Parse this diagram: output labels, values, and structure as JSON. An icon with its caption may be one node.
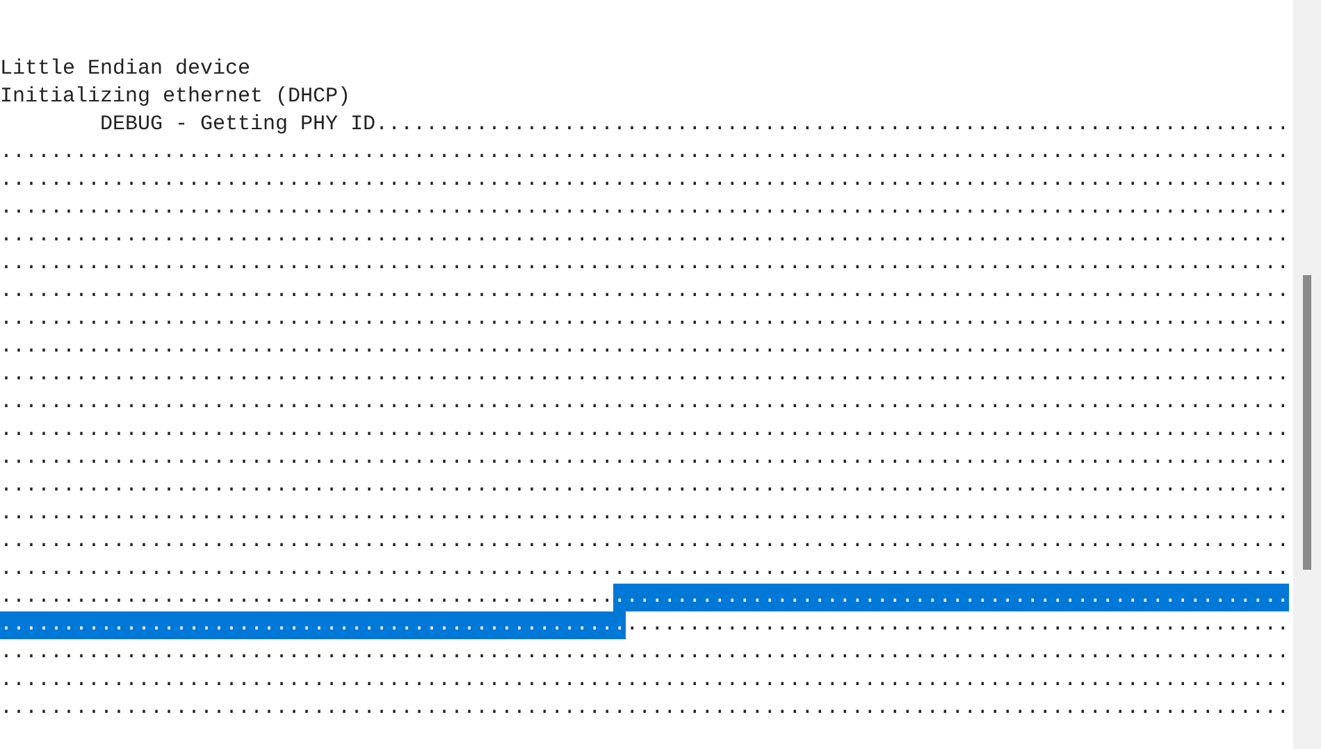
{
  "diagram": {
    "labels": [
      "Little Endian device",
      "Initializing ethernet (DHCP)",
      "DEBUG - Getting PHY ID.........................................................................",
      ".......................................................................................................",
      ".......................................................................................................",
      ".......................................................................................................",
      ".......................................................................................................",
      ".......................................................................................................",
      ".......................................................................................................",
      ".......................................................................................................",
      ".......................................................................................................",
      ".......................................................................................................",
      ".......................................................................................................",
      ".......................................................................................................",
      ".......................................................................................................",
      ".......................................................................................................",
      ".......................................................................................................",
      ".......................................................................................................",
      ".......................................................................................................",
      ".......................................................................................................",
      ".......................................................................................................",
      ".......................................................................................................",
      ".......................................................................................................",
      "......................................................................................................."
    ]
  }
}
